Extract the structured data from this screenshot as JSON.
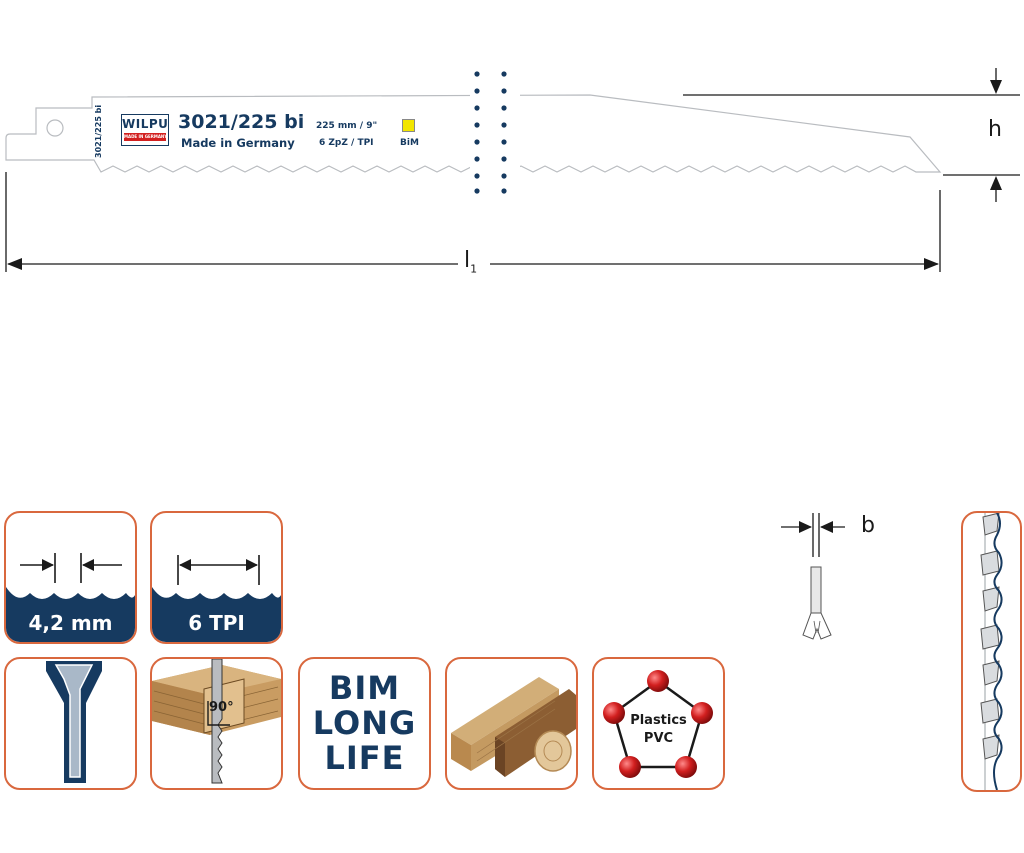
{
  "blade": {
    "brand": "WILPU",
    "brand_sub": "MADE IN GERMANY",
    "spine_code": "3021/225 bi",
    "model": "3021/225 bi",
    "made_in": "Made in Germany",
    "length": "225 mm / 9\"",
    "tpi": "6 ZpZ / TPI",
    "material": "BiM"
  },
  "dimensions": {
    "height_label": "h",
    "length_label": "l",
    "length_subscript": "1",
    "thickness_label": "b"
  },
  "icons": {
    "pitch": "4,2 mm",
    "tpi": "6 TPI",
    "angle": "90°",
    "bim_lines": [
      "BIM",
      "LONG",
      "LIFE"
    ],
    "plastics": "Plastics",
    "pvc": "PVC"
  },
  "colors": {
    "navy": "#163a60",
    "orange": "#d9683e",
    "yellow": "#f2e600",
    "red": "#d21f1f",
    "wood": "#b8894f"
  }
}
